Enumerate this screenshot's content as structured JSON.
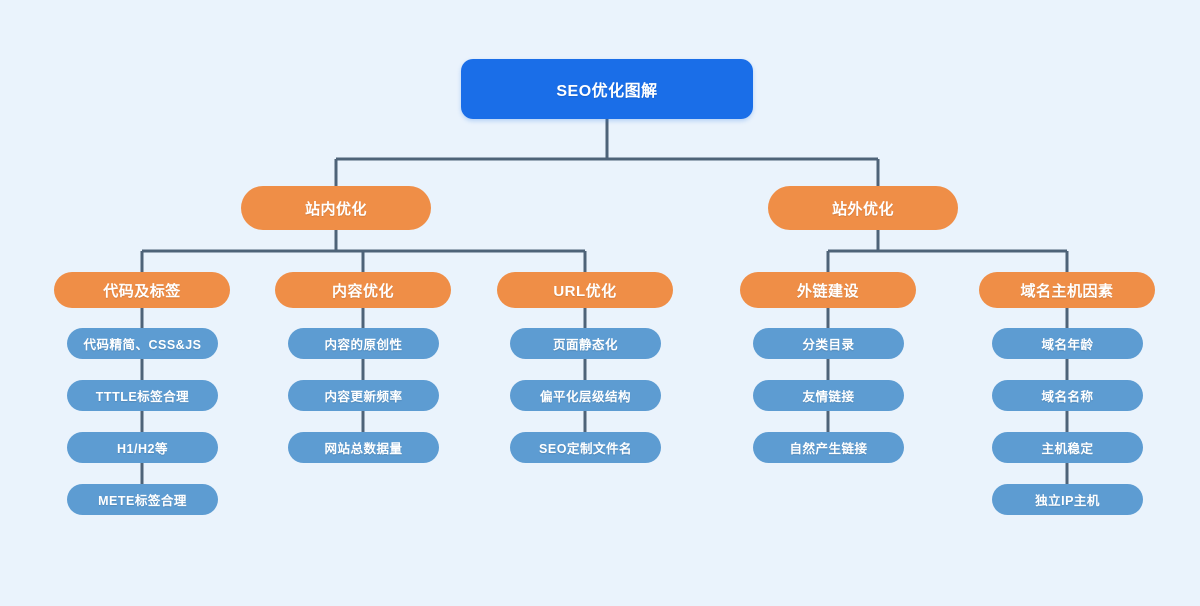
{
  "diagram": {
    "title": "SEO优化图解",
    "background_color": "#eaf3fc",
    "colors": {
      "root": "#1a6ee8",
      "branch": "#ef8e47",
      "category": "#ef8e47",
      "leaf": "#5d9cd2",
      "connector": "#4e6378",
      "text": "#ffffff"
    },
    "root": {
      "label": "SEO优化图解"
    },
    "branches": [
      {
        "label": "站内优化",
        "categories": [
          {
            "label": "代码及标签",
            "leaves": [
              "代码精简、CSS&JS",
              "TTTLE标签合理",
              "H1/H2等",
              "METE标签合理"
            ]
          },
          {
            "label": "内容优化",
            "leaves": [
              "内容的原创性",
              "内容更新频率",
              "网站总数据量"
            ]
          },
          {
            "label": "URL优化",
            "leaves": [
              "页面静态化",
              "偏平化层级结构",
              "SEO定制文件名"
            ]
          }
        ]
      },
      {
        "label": "站外优化",
        "categories": [
          {
            "label": "外链建设",
            "leaves": [
              "分类目录",
              "友情链接",
              "自然产生链接"
            ]
          },
          {
            "label": "域名主机因素",
            "leaves": [
              "域名年龄",
              "域名名称",
              "主机稳定",
              "独立IP主机"
            ]
          }
        ]
      }
    ]
  }
}
